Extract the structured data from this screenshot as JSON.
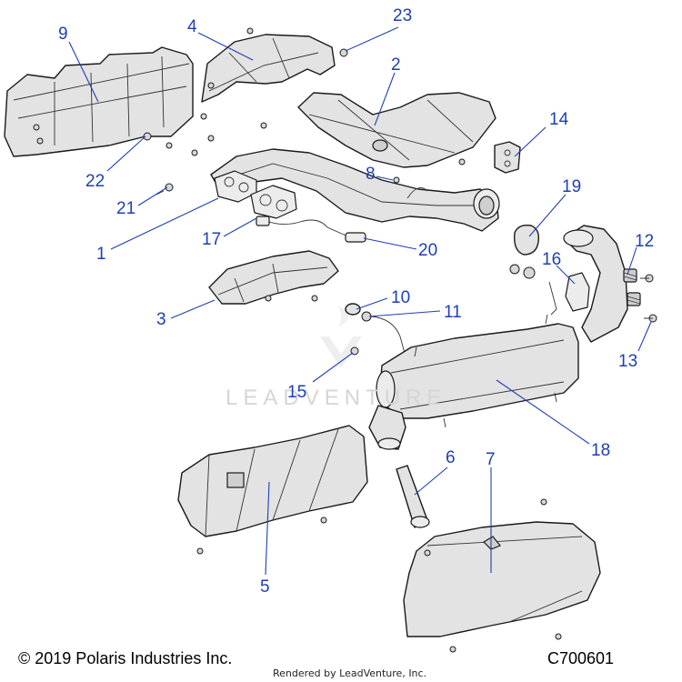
{
  "callouts": [
    {
      "id": "1",
      "text": "1"
    },
    {
      "id": "2",
      "text": "2"
    },
    {
      "id": "3",
      "text": "3"
    },
    {
      "id": "4",
      "text": "4"
    },
    {
      "id": "5",
      "text": "5"
    },
    {
      "id": "6",
      "text": "6"
    },
    {
      "id": "7",
      "text": "7"
    },
    {
      "id": "8",
      "text": "8"
    },
    {
      "id": "9",
      "text": "9"
    },
    {
      "id": "10",
      "text": "10"
    },
    {
      "id": "11",
      "text": "11"
    },
    {
      "id": "12",
      "text": "12"
    },
    {
      "id": "13",
      "text": "13"
    },
    {
      "id": "14",
      "text": "14"
    },
    {
      "id": "15",
      "text": "15"
    },
    {
      "id": "16",
      "text": "16"
    },
    {
      "id": "17",
      "text": "17"
    },
    {
      "id": "18",
      "text": "18"
    },
    {
      "id": "19",
      "text": "19"
    },
    {
      "id": "20",
      "text": "20"
    },
    {
      "id": "21",
      "text": "21"
    },
    {
      "id": "22",
      "text": "22"
    },
    {
      "id": "23",
      "text": "23"
    }
  ],
  "footer": {
    "copyright": "© 2019 Polaris Industries Inc.",
    "diagram_code": "C700601",
    "rendered_by": "Rendered by LeadVenture, Inc."
  },
  "watermark": "LEADVENTURE",
  "colors": {
    "callout": "#1f3fb3",
    "part_fill": "#e3e3e3",
    "outline": "#1a1a1a"
  }
}
